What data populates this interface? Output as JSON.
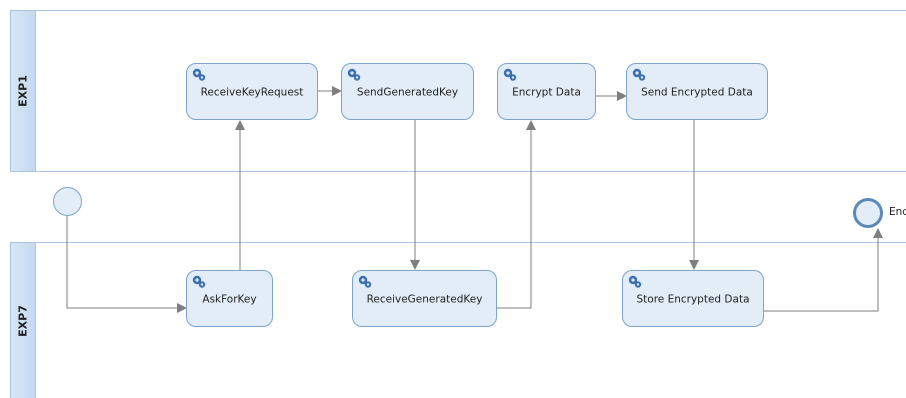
{
  "lanes": {
    "exp1_label": "EXP1",
    "exp7_label": "EXP7"
  },
  "tasks": {
    "receive_key_request": "ReceiveKeyRequest",
    "send_generated_key": "SendGeneratedKey",
    "encrypt_data": "Encrypt Data",
    "send_encrypted_data": "Send Encrypted Data",
    "ask_for_key": "AskForKey",
    "receive_generated_key": "ReceiveGeneratedKey",
    "store_encrypted_data": "Store Encrypted Data"
  },
  "events": {
    "end_label": "End"
  },
  "icons": {
    "task_icon": "gear-icon",
    "start_event": "start-event-circle",
    "end_event": "end-event-circle"
  },
  "colors": {
    "task_fill": "#e3edf8",
    "task_border": "#7ea3cc",
    "lane_header": "#c5daf0",
    "flow_line": "#7f7f7f"
  }
}
